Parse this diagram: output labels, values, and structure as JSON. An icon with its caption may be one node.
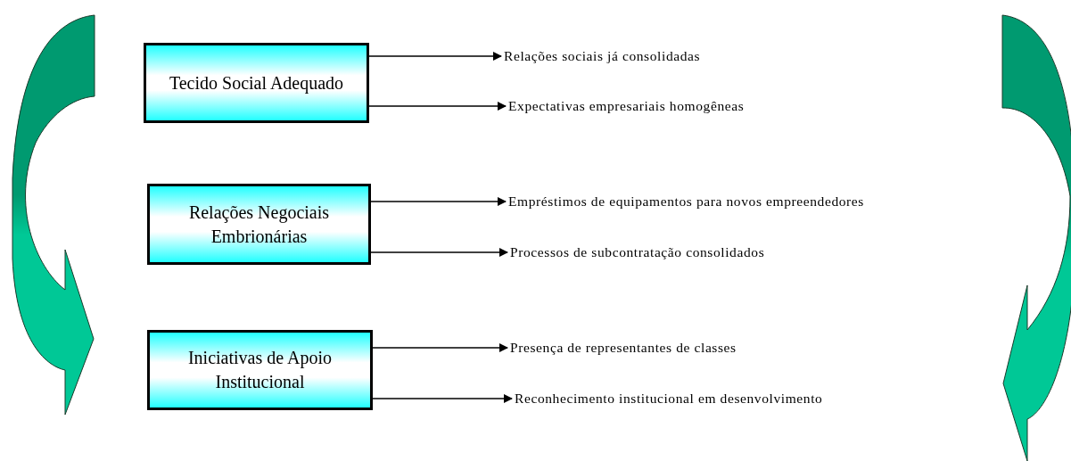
{
  "diagram": {
    "nodes": [
      {
        "text": [
          "Tecido Social Adequado"
        ]
      },
      {
        "text": [
          "Relações Negociais Embrionárias"
        ]
      },
      {
        "text": [
          "Iniciativas de Apoio Institucional"
        ]
      },
      {
        "text": [
          "Relações sociais já consolidadas"
        ]
      },
      {
        "text": [
          "Expectativas empresariais homogêneas"
        ]
      },
      {
        "text": [
          "Empréstimos de equipamentos para novos empreendedores"
        ]
      },
      {
        "text": [
          "Processos de subcontratação consolidados"
        ]
      },
      {
        "text": [
          "Presença de representantes de classes"
        ]
      },
      {
        "text": [
          "Reconhecimento institucional em desenvolvimento"
        ]
      }
    ],
    "edges": [
      {
        "from": 0,
        "to": 3,
        "arrow": "to"
      },
      {
        "from": 0,
        "to": 4,
        "arrow": "to"
      },
      {
        "from": 1,
        "to": 5,
        "arrow": "to"
      },
      {
        "from": 1,
        "to": 6,
        "arrow": "to"
      },
      {
        "from": 2,
        "to": 7,
        "arrow": "to"
      },
      {
        "from": 2,
        "to": 8,
        "arrow": "to"
      }
    ]
  }
}
